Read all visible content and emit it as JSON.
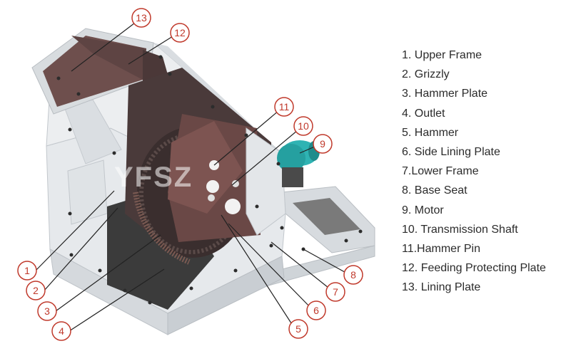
{
  "legend": [
    "1. Upper Frame",
    "2. Grizzly",
    "3. Hammer Plate",
    "4. Outlet",
    "5. Hammer",
    "6. Side Lining Plate",
    "7.Lower Frame",
    "8. Base Seat",
    "9. Motor",
    "10. Transmission Shaft",
    "11.Hammer Pin",
    "12. Feeding Protecting Plate",
    "13. Lining Plate"
  ],
  "callouts": [
    "1",
    "2",
    "3",
    "4",
    "5",
    "6",
    "7",
    "8",
    "9",
    "10",
    "11",
    "12",
    "13"
  ],
  "watermark": "YFSZ",
  "colors": {
    "accent": "#c0392b",
    "frame": "#e4e7ea",
    "frame_dark": "#c5cacf",
    "interior": "#4a3a3a",
    "hopper": "#6b4f4d",
    "motor": "#2fb3b3"
  }
}
